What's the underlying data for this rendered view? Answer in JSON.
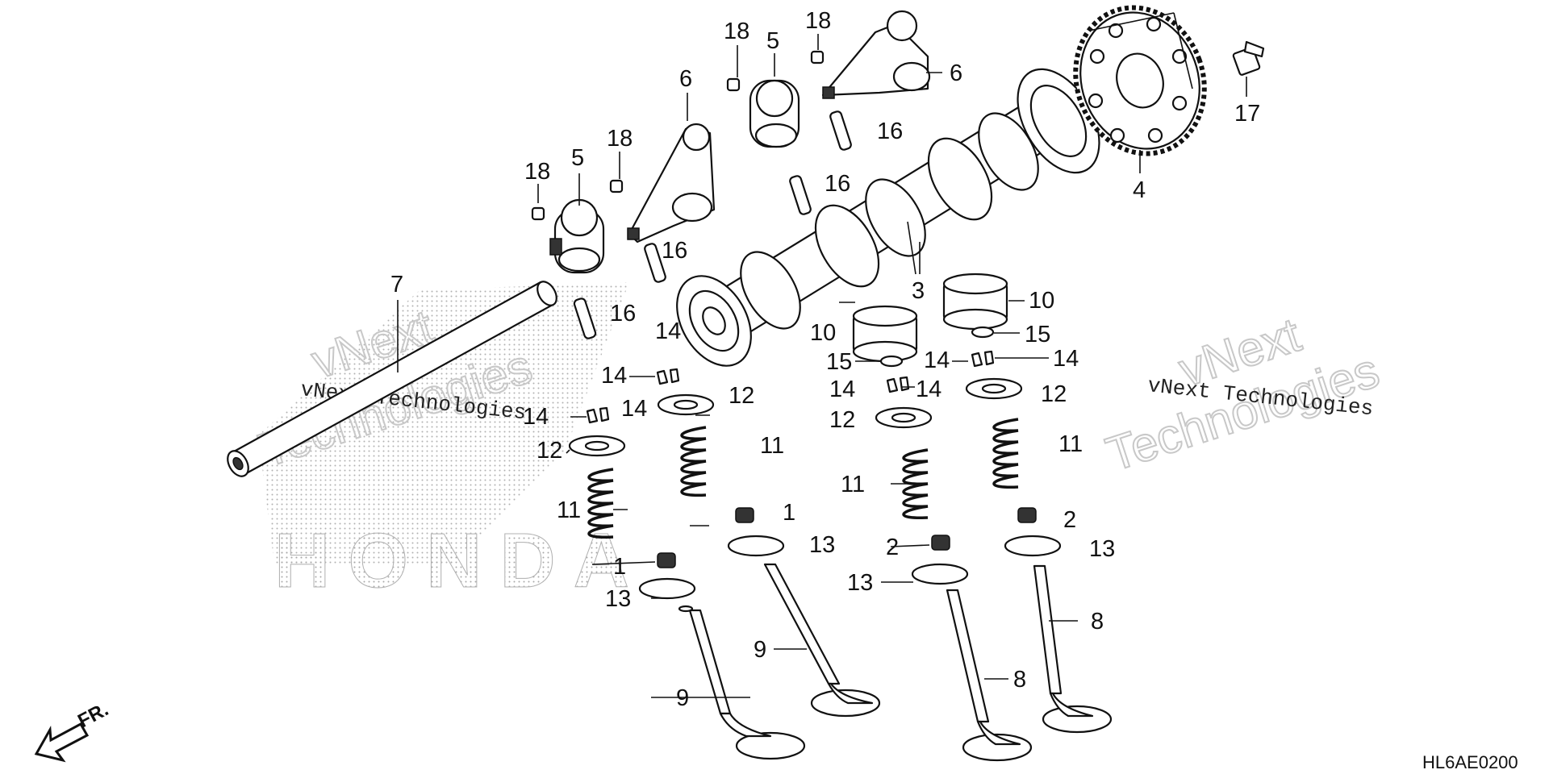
{
  "diagram_code": "HL6AE0200",
  "direction_label": "FR.",
  "watermark": {
    "line1": "vNext Technologies",
    "large_line1": "vNext",
    "large_line2": "Technologies",
    "logo_text": "HONDA"
  },
  "callouts": [
    {
      "id": "c7",
      "label": "7"
    },
    {
      "id": "c3",
      "label": "3"
    },
    {
      "id": "c4",
      "label": "4"
    },
    {
      "id": "c17",
      "label": "17"
    },
    {
      "id": "c5a",
      "label": "5"
    },
    {
      "id": "c5b",
      "label": "5"
    },
    {
      "id": "c6a",
      "label": "6"
    },
    {
      "id": "c6b",
      "label": "6"
    },
    {
      "id": "c18a",
      "label": "18"
    },
    {
      "id": "c18b",
      "label": "18"
    },
    {
      "id": "c18c",
      "label": "18"
    },
    {
      "id": "c18d",
      "label": "18"
    },
    {
      "id": "c16a",
      "label": "16"
    },
    {
      "id": "c16b",
      "label": "16"
    },
    {
      "id": "c16c",
      "label": "16"
    },
    {
      "id": "c16d",
      "label": "16"
    },
    {
      "id": "c10a",
      "label": "10"
    },
    {
      "id": "c10b",
      "label": "10"
    },
    {
      "id": "c15a",
      "label": "15"
    },
    {
      "id": "c15b",
      "label": "15"
    },
    {
      "id": "c14a",
      "label": "14"
    },
    {
      "id": "c14b",
      "label": "14"
    },
    {
      "id": "c14c",
      "label": "14"
    },
    {
      "id": "c14d",
      "label": "14"
    },
    {
      "id": "c14e",
      "label": "14"
    },
    {
      "id": "c14f",
      "label": "14"
    },
    {
      "id": "c14g",
      "label": "14"
    },
    {
      "id": "c14h",
      "label": "14"
    },
    {
      "id": "c12a",
      "label": "12"
    },
    {
      "id": "c12b",
      "label": "12"
    },
    {
      "id": "c12c",
      "label": "12"
    },
    {
      "id": "c12d",
      "label": "12"
    },
    {
      "id": "c11a",
      "label": "11"
    },
    {
      "id": "c11b",
      "label": "11"
    },
    {
      "id": "c11c",
      "label": "11"
    },
    {
      "id": "c11d",
      "label": "11"
    },
    {
      "id": "c1a",
      "label": "1"
    },
    {
      "id": "c1b",
      "label": "1"
    },
    {
      "id": "c2a",
      "label": "2"
    },
    {
      "id": "c2b",
      "label": "2"
    },
    {
      "id": "c13a",
      "label": "13"
    },
    {
      "id": "c13b",
      "label": "13"
    },
    {
      "id": "c13c",
      "label": "13"
    },
    {
      "id": "c13d",
      "label": "13"
    },
    {
      "id": "c9a",
      "label": "9"
    },
    {
      "id": "c9b",
      "label": "9"
    },
    {
      "id": "c8a",
      "label": "8"
    },
    {
      "id": "c8b",
      "label": "8"
    }
  ]
}
